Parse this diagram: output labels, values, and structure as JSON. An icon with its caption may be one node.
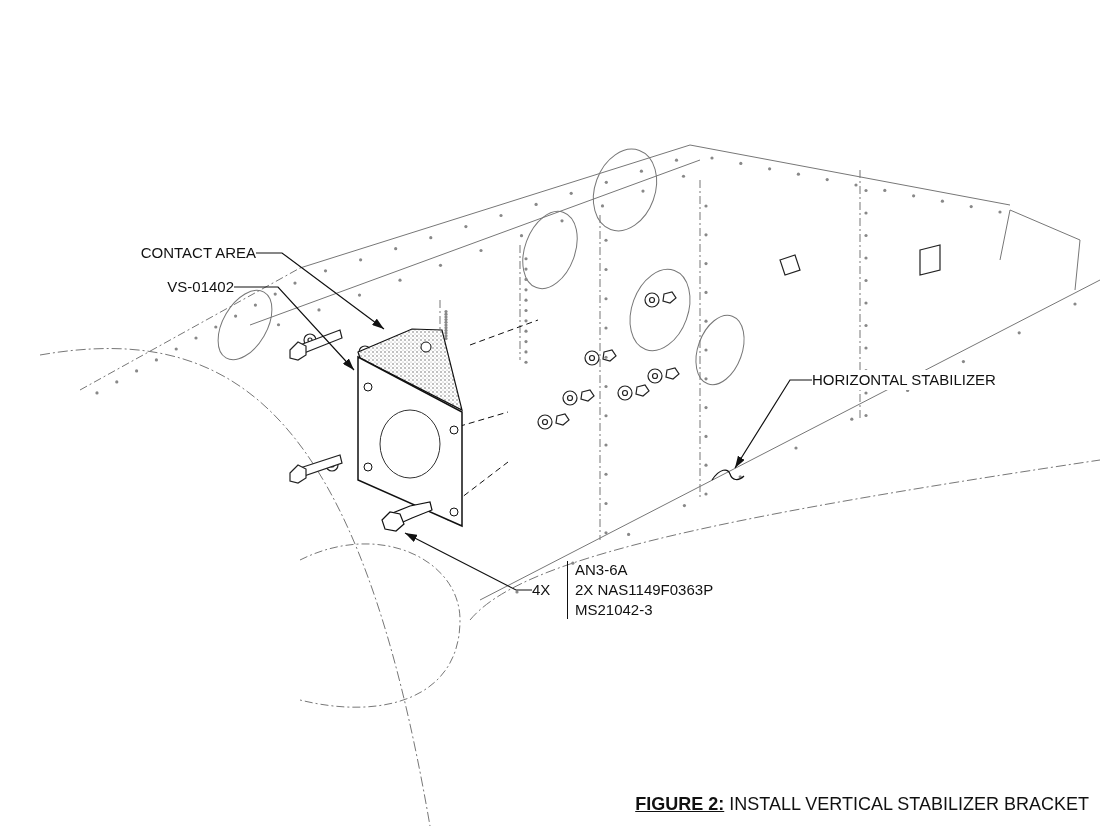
{
  "diagram": {
    "caption": "**FIGURE 2:** INSTALL VERTICAL STABILIZER BRACKET",
    "nodes": [
      {
        "text": [
          "CONTACT AREA"
        ]
      },
      {
        "text": [],
        "shape": "picture"
      },
      {
        "text": [
          "VS-01402"
        ]
      },
      {
        "text": [],
        "shape": "picture"
      },
      {
        "text": [
          "4X"
        ],
        "beside": [
          "AN3-6A",
          "2X NAS1149F0363P",
          "MS21042-3"
        ]
      },
      {
        "text": [],
        "shape": "picture"
      },
      {
        "text": [
          "HORIZONTAL STABILIZER"
        ]
      },
      {
        "text": [],
        "shape": "picture"
      }
    ],
    "edges": [
      {
        "from": 0,
        "to": 1,
        "arrow": "to"
      },
      {
        "from": 2,
        "to": 3,
        "arrow": "to"
      },
      {
        "from": 4,
        "to": 5,
        "arrow": "to"
      },
      {
        "from": 6,
        "to": 7,
        "arrow": "to"
      }
    ]
  }
}
